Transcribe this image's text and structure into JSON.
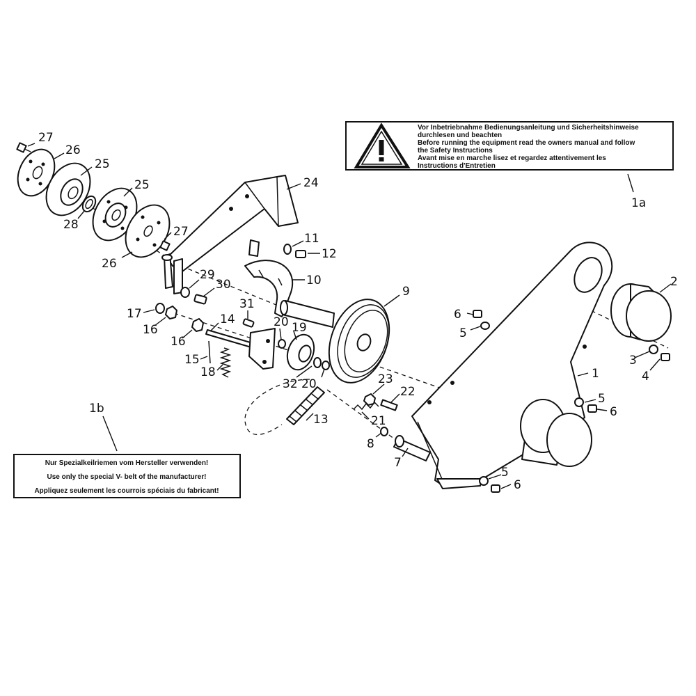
{
  "warning_label": {
    "id": "1a",
    "lines": [
      "Vor Inbetriebnahme Bedienungsanleitung und Sicherheitshinweise",
      "durchlesen und beachten",
      "Before running the equipment read the owners manual and follow",
      "the Safety Instructions",
      "Avant mise en marche lisez et regardez attentivement les",
      "Instructions d'Entretien"
    ]
  },
  "belt_label": {
    "id": "1b",
    "lines": [
      "Nur Spezialkeilriemen vom Hersteller verwenden!",
      "Use only the special V- belt of the manufacturer!",
      "Appliquez seulement les courrois spéciais du fabricant!"
    ]
  },
  "callouts": [
    {
      "key": "c27a",
      "text": "27"
    },
    {
      "key": "c26a",
      "text": "26"
    },
    {
      "key": "c25a",
      "text": "25"
    },
    {
      "key": "c25b",
      "text": "25"
    },
    {
      "key": "c28",
      "text": "28"
    },
    {
      "key": "c27b",
      "text": "27"
    },
    {
      "key": "c26b",
      "text": "26"
    },
    {
      "key": "c24",
      "text": "24"
    },
    {
      "key": "c11",
      "text": "11"
    },
    {
      "key": "c12",
      "text": "12"
    },
    {
      "key": "c10",
      "text": "10"
    },
    {
      "key": "c29",
      "text": "29"
    },
    {
      "key": "c30",
      "text": "30"
    },
    {
      "key": "c31",
      "text": "31"
    },
    {
      "key": "c9",
      "text": "9"
    },
    {
      "key": "c17",
      "text": "17"
    },
    {
      "key": "c16a",
      "text": "16"
    },
    {
      "key": "c16b",
      "text": "16"
    },
    {
      "key": "c14",
      "text": "14"
    },
    {
      "key": "c20a",
      "text": "20"
    },
    {
      "key": "c19",
      "text": "19"
    },
    {
      "key": "c15",
      "text": "15"
    },
    {
      "key": "c18",
      "text": "18"
    },
    {
      "key": "c32",
      "text": "32"
    },
    {
      "key": "c20b",
      "text": "20"
    },
    {
      "key": "c23",
      "text": "23"
    },
    {
      "key": "c22",
      "text": "22"
    },
    {
      "key": "c21",
      "text": "21"
    },
    {
      "key": "c13",
      "text": "13"
    },
    {
      "key": "c8",
      "text": "8"
    },
    {
      "key": "c7",
      "text": "7"
    },
    {
      "key": "c6a",
      "text": "6"
    },
    {
      "key": "c5a",
      "text": "5"
    },
    {
      "key": "c2",
      "text": "2"
    },
    {
      "key": "c3",
      "text": "3"
    },
    {
      "key": "c4",
      "text": "4"
    },
    {
      "key": "c1",
      "text": "1"
    },
    {
      "key": "c5b",
      "text": "5"
    },
    {
      "key": "c6b",
      "text": "6"
    },
    {
      "key": "c5c",
      "text": "5"
    },
    {
      "key": "c6c",
      "text": "6"
    }
  ]
}
